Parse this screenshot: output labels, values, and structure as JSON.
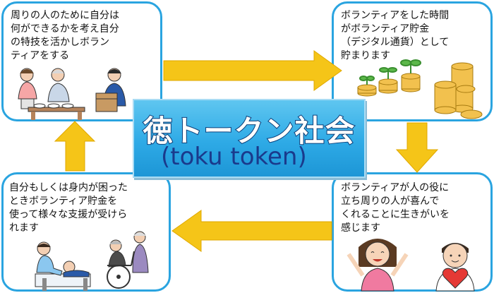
{
  "title": {
    "main": "徳トークン社会",
    "sub": "(toku token)"
  },
  "boxes": {
    "top_left": {
      "text": "周りの人のために自分は\n何ができるかを考え自分\nの特技を活かしボラン\nティアをする"
    },
    "top_right": {
      "text": "ボランティアをした時間\nがボランティア貯金\n（デジタル通貨）として\n貯まります"
    },
    "bottom_right": {
      "text": "ボランティアが人の役に\n立ち周りの人が喜んで\nくれることに生きがいを\n感じます"
    },
    "bottom_left": {
      "text": "自分もしくは身内が困った\nときボランティア貯金を\n使って様々な支援が受けら\nれます"
    }
  },
  "colors": {
    "border": "#2aa4e0",
    "arrow": "#f5c518",
    "title_bg": "#2eaae6",
    "title_text": "#ffffff",
    "subtitle_text": "#1a3a8c"
  },
  "icons": [
    "volunteer-feeding-elderly-illustration",
    "volunteer-carrying-box-illustration",
    "coin-stacks-with-sprouts-illustration",
    "happy-girl-illustration",
    "boy-with-heart-illustration",
    "caregiver-helping-person-illustration",
    "wheelchair-helper-illustration"
  ]
}
